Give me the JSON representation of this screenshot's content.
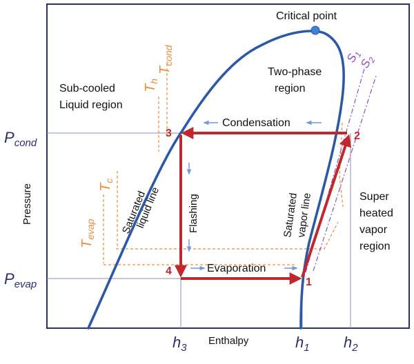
{
  "labels": {
    "critical_point": "Critical point",
    "two_phase_1": "Two-phase",
    "two_phase_2": "region",
    "subcooled_1": "Sub-cooled",
    "subcooled_2": "Liquid region",
    "superheated_1": "Super",
    "superheated_2": "heated",
    "superheated_3": "vapor",
    "superheated_4": "region",
    "sat_liquid_1": "Saturated",
    "sat_liquid_2": "liquid line",
    "sat_vapor_1": "Saturated",
    "sat_vapor_2": "vapor line",
    "condensation": "Condensation",
    "evaporation": "Evaporation",
    "flashing": "Flashing",
    "pressure_axis": "Pressure",
    "enthalpy_axis": "Enthalpy"
  },
  "symbols": {
    "p_cond_main": "P",
    "p_cond_sub": "cond",
    "p_evap_main": "P",
    "p_evap_sub": "evap",
    "h3_main": "h",
    "h3_sub": "3",
    "h1_main": "h",
    "h1_sub": "1",
    "h2_main": "h",
    "h2_sub": "2",
    "th_main": "T",
    "th_sub": "h",
    "tcond_main": "T",
    "tcond_sub": "cond",
    "tc_main": "T",
    "tc_sub": "c",
    "tevap_main": "T",
    "tevap_sub": "evap",
    "s1_main": "S",
    "s1_sub": "1",
    "s2_main": "S",
    "s2_sub": "2"
  },
  "states": [
    "1",
    "2",
    "3",
    "4"
  ],
  "colors": {
    "dome": "#2b59a8",
    "frame": "#2a2d6e",
    "cycle": "#c0282e",
    "isotherm": "#ee8a3a",
    "isentrope": "#8d4fbf",
    "process_arrow": "#6f9ad6",
    "guide": "#8a8fb0"
  }
}
